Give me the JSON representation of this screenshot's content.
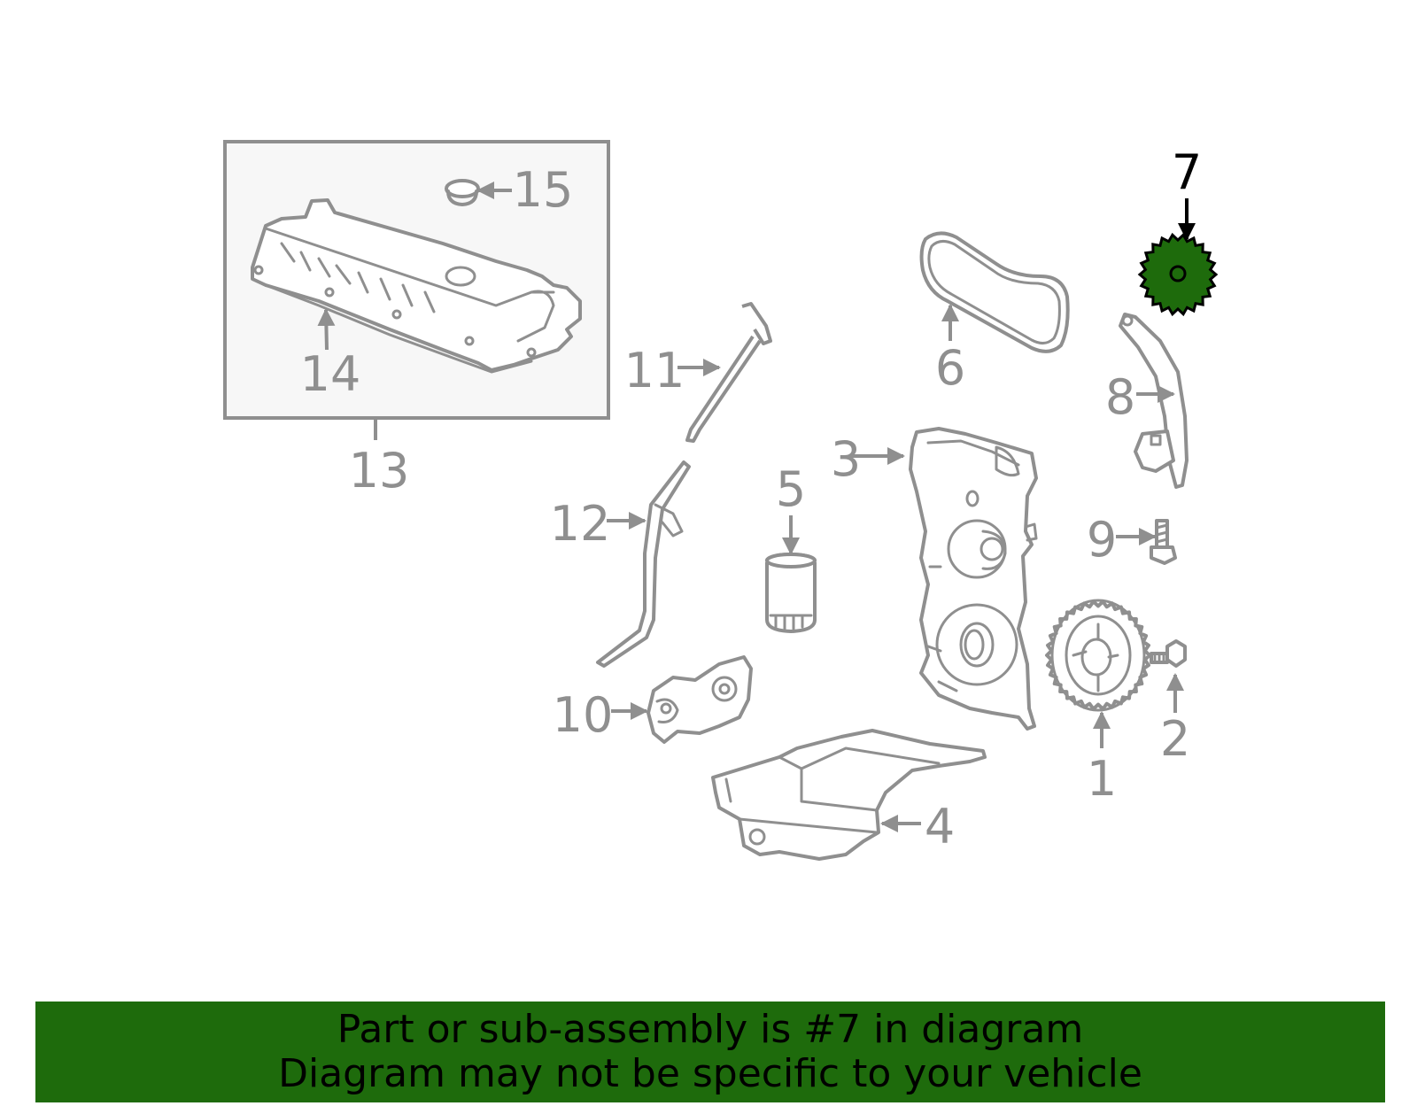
{
  "diagram": {
    "highlight_color": "#1e6b0c",
    "line_color": "#8f8f8f",
    "callouts": {
      "c1": "1",
      "c2": "2",
      "c3": "3",
      "c4": "4",
      "c5": "5",
      "c6": "6",
      "c7": "7",
      "c8": "8",
      "c9": "9",
      "c10": "10",
      "c11": "11",
      "c12": "12",
      "c13": "13",
      "c14": "14",
      "c15": "15"
    },
    "highlighted_part": "7"
  },
  "banner": {
    "color": "#1e6b0c",
    "line1": "Part or sub-assembly is #7 in diagram",
    "line2": "Diagram may not be specific to your vehicle"
  }
}
